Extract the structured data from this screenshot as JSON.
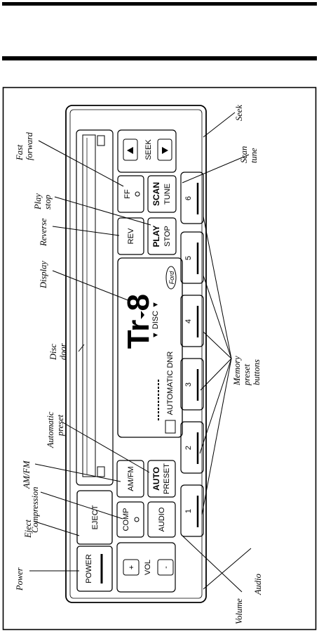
{
  "labels": {
    "power": "Power",
    "eject": "Eject",
    "compression": "Compression",
    "am_fm": "AM/FM",
    "automatic_preset_1": "Automatic",
    "automatic_preset_2": "preset",
    "disc_door_1": "Disc",
    "disc_door_2": "door",
    "display": "Display",
    "reverse": "Reverse",
    "play_stop_1": "Play",
    "play_stop_2": "stop",
    "fast_forward_1": "Fast",
    "fast_forward_2": "forward",
    "seek": "Seek",
    "scan_tune_1": "Scan",
    "scan_tune_2": "tune",
    "memory_preset_1": "Memory",
    "memory_preset_2": "preset",
    "memory_preset_3": "buttons",
    "volume": "Volume",
    "audio": "Audio"
  },
  "buttons": {
    "power": "POWER",
    "eject": "EJECT",
    "comp": "COMP",
    "am_fm": "AM/FM",
    "audio": "AUDIO",
    "auto": "AUTO",
    "preset": "PRESET",
    "vol": "VOL",
    "vol_plus": "+",
    "vol_minus": "-",
    "rev": "REV",
    "play": "PLAY",
    "stop": "STOP",
    "ff": "FF",
    "scan": "SCAN",
    "tune": "TUNE",
    "seek": "SEEK",
    "presets": [
      "1",
      "2",
      "3",
      "4",
      "5",
      "6"
    ]
  },
  "display": {
    "disc_indicator": "▼ DISC ▼",
    "track_readout": "Tr 8",
    "automatic_dnr": "AUTOMATIC DNR",
    "brand": "Ford"
  },
  "icons": {
    "seek_up": "triangle-up-icon",
    "seek_down": "triangle-down-icon",
    "cd_logo": "compact-disc-logo-icon"
  }
}
